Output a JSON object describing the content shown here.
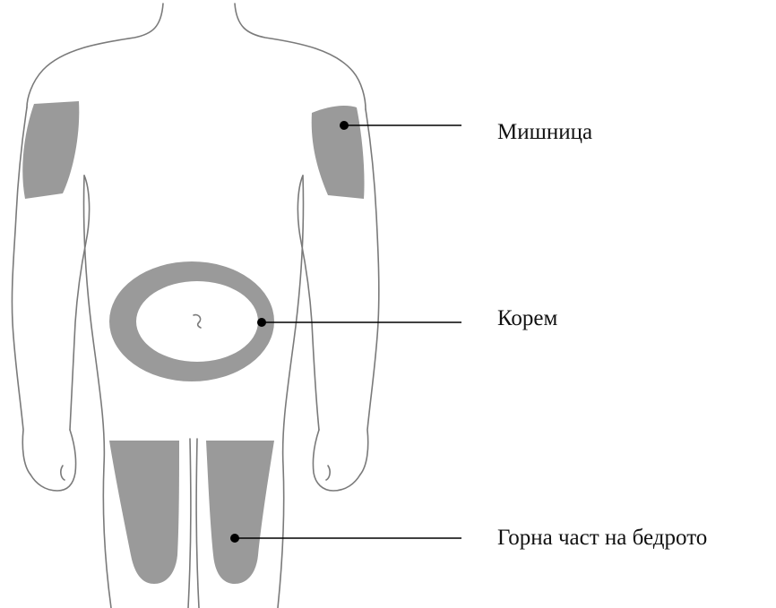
{
  "colors": {
    "zone": "#9a9a9a",
    "outline": "#7a7a7a",
    "leader": "#000000",
    "text": "#111111",
    "background": "#ffffff"
  },
  "labels": {
    "upper_arm": "Мишница",
    "abdomen": "Корем",
    "upper_thigh": "Горна част на бедрото"
  }
}
